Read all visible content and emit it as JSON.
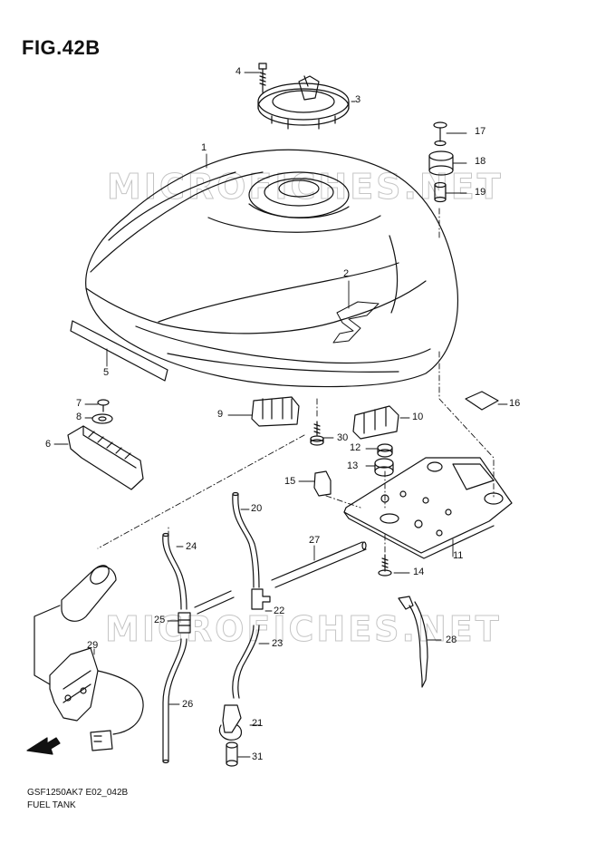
{
  "figure": {
    "title": "FIG.42B",
    "model_code": "GSF1250AK7 E02_042B",
    "section_name": "FUEL TANK",
    "watermark": "MICROFICHES.NET"
  },
  "callouts": [
    {
      "id": "c1",
      "text": "1"
    },
    {
      "id": "c2",
      "text": "2"
    },
    {
      "id": "c3",
      "text": "3"
    },
    {
      "id": "c4",
      "text": "4"
    },
    {
      "id": "c5",
      "text": "5"
    },
    {
      "id": "c6",
      "text": "6"
    },
    {
      "id": "c7",
      "text": "7"
    },
    {
      "id": "c8",
      "text": "8"
    },
    {
      "id": "c9",
      "text": "9"
    },
    {
      "id": "c10",
      "text": "10"
    },
    {
      "id": "c11",
      "text": "11"
    },
    {
      "id": "c12",
      "text": "12"
    },
    {
      "id": "c13",
      "text": "13"
    },
    {
      "id": "c14",
      "text": "14"
    },
    {
      "id": "c15",
      "text": "15"
    },
    {
      "id": "c16",
      "text": "16"
    },
    {
      "id": "c17",
      "text": "17"
    },
    {
      "id": "c18",
      "text": "18"
    },
    {
      "id": "c19",
      "text": "19"
    },
    {
      "id": "c20",
      "text": "20"
    },
    {
      "id": "c21",
      "text": "21"
    },
    {
      "id": "c22",
      "text": "22"
    },
    {
      "id": "c23",
      "text": "23"
    },
    {
      "id": "c24",
      "text": "24"
    },
    {
      "id": "c25",
      "text": "25"
    },
    {
      "id": "c26",
      "text": "26"
    },
    {
      "id": "c27",
      "text": "27"
    },
    {
      "id": "c28",
      "text": "28"
    },
    {
      "id": "c29",
      "text": "29"
    },
    {
      "id": "c30",
      "text": "30"
    },
    {
      "id": "c31",
      "text": "31"
    }
  ],
  "fwd_marker": "FWD"
}
